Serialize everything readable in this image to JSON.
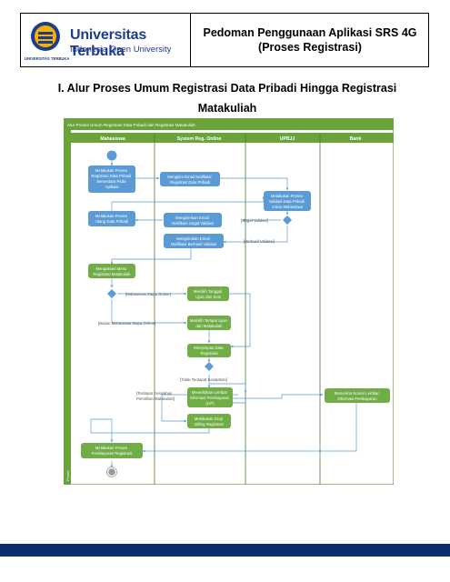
{
  "header": {
    "university_name": "Universitas Terbuka",
    "university_sub": "Indonesia Open University",
    "university_tiny": "UNIVERSITAS TERBUKA",
    "title_line1": "Pedoman Penggunaan Aplikasi SRS 4G",
    "title_line2": "(Proses Registrasi)"
  },
  "section": {
    "title_line1": "I. Alur Proses Umum Registrasi Data Pribadi Hingga Registrasi",
    "title_line2": "Matakuliah"
  },
  "diagram": {
    "banner": "Alur Proses Umum Registrasi Data Pribadi dan Registrasi Matakuliah",
    "side_label": "Proses",
    "lanes": [
      "Mahasiswa",
      "System Reg. Online",
      "UPBJJ",
      "Bank"
    ],
    "activities": {
      "a1": [
        "Melakukan Proses",
        "Registrasi Data Pribadi",
        "Sementara Pada",
        "Aplikasi"
      ],
      "a2": [
        "Mengirim Email Notifikasi",
        "Registrasi Data Pribadi"
      ],
      "a3": [
        "Melakukan Proses",
        "Validasi Data Pribadi",
        "Calon Mahasiswa"
      ],
      "a4": [
        "Melakukan Proses",
        "Ulang Data Pribadi"
      ],
      "a5": [
        "Mengirimkan Email",
        "Notifikasi Gagal Validasi"
      ],
      "a6": [
        "Mengirimkan Email",
        "Notifikasi Berhasil Validasi"
      ],
      "a7": [
        "Mengakses Menu",
        "Registrasi Matakuliah"
      ],
      "a8": [
        "Memilih Tanggal",
        "Ujian dan Sesi"
      ],
      "a9": [
        "Memilih Tempat Ujian",
        "dan Matakuliah"
      ],
      "a10": [
        "Menyimpan Data",
        "Registrasi"
      ],
      "a11": [
        "Menerbitkan Lembar",
        "Informasi Pembayaran",
        "(LIP)"
      ],
      "a12": [
        "Menerima Nomor Lembar",
        "Informasi Pembayaran"
      ],
      "a13": [
        "Melakukan Drop",
        "Billing Registrasi"
      ],
      "a14": [
        "Melakukan Proses",
        "Pembayaran Registrasi"
      ]
    },
    "guards": {
      "gagal": "[Gagal Validasi]",
      "berhasil": "[Berhasil Validasi]",
      "siap": "[Mahasiswa Siapa Online]",
      "bukan": "[Bukan Mahasiswa Siapa Online]",
      "tidak": "[Tidak Terdapat Kesalahan]",
      "terdapat1": "[Terdapat Kesalahan",
      "terdapat2": "Pemilihan Matakuliah]"
    },
    "colors": {
      "header_green": "#6aa33a",
      "activity_blue": "#5b9bd5",
      "action_green": "#70ad47",
      "line_blue": "#5b9bd5"
    }
  }
}
